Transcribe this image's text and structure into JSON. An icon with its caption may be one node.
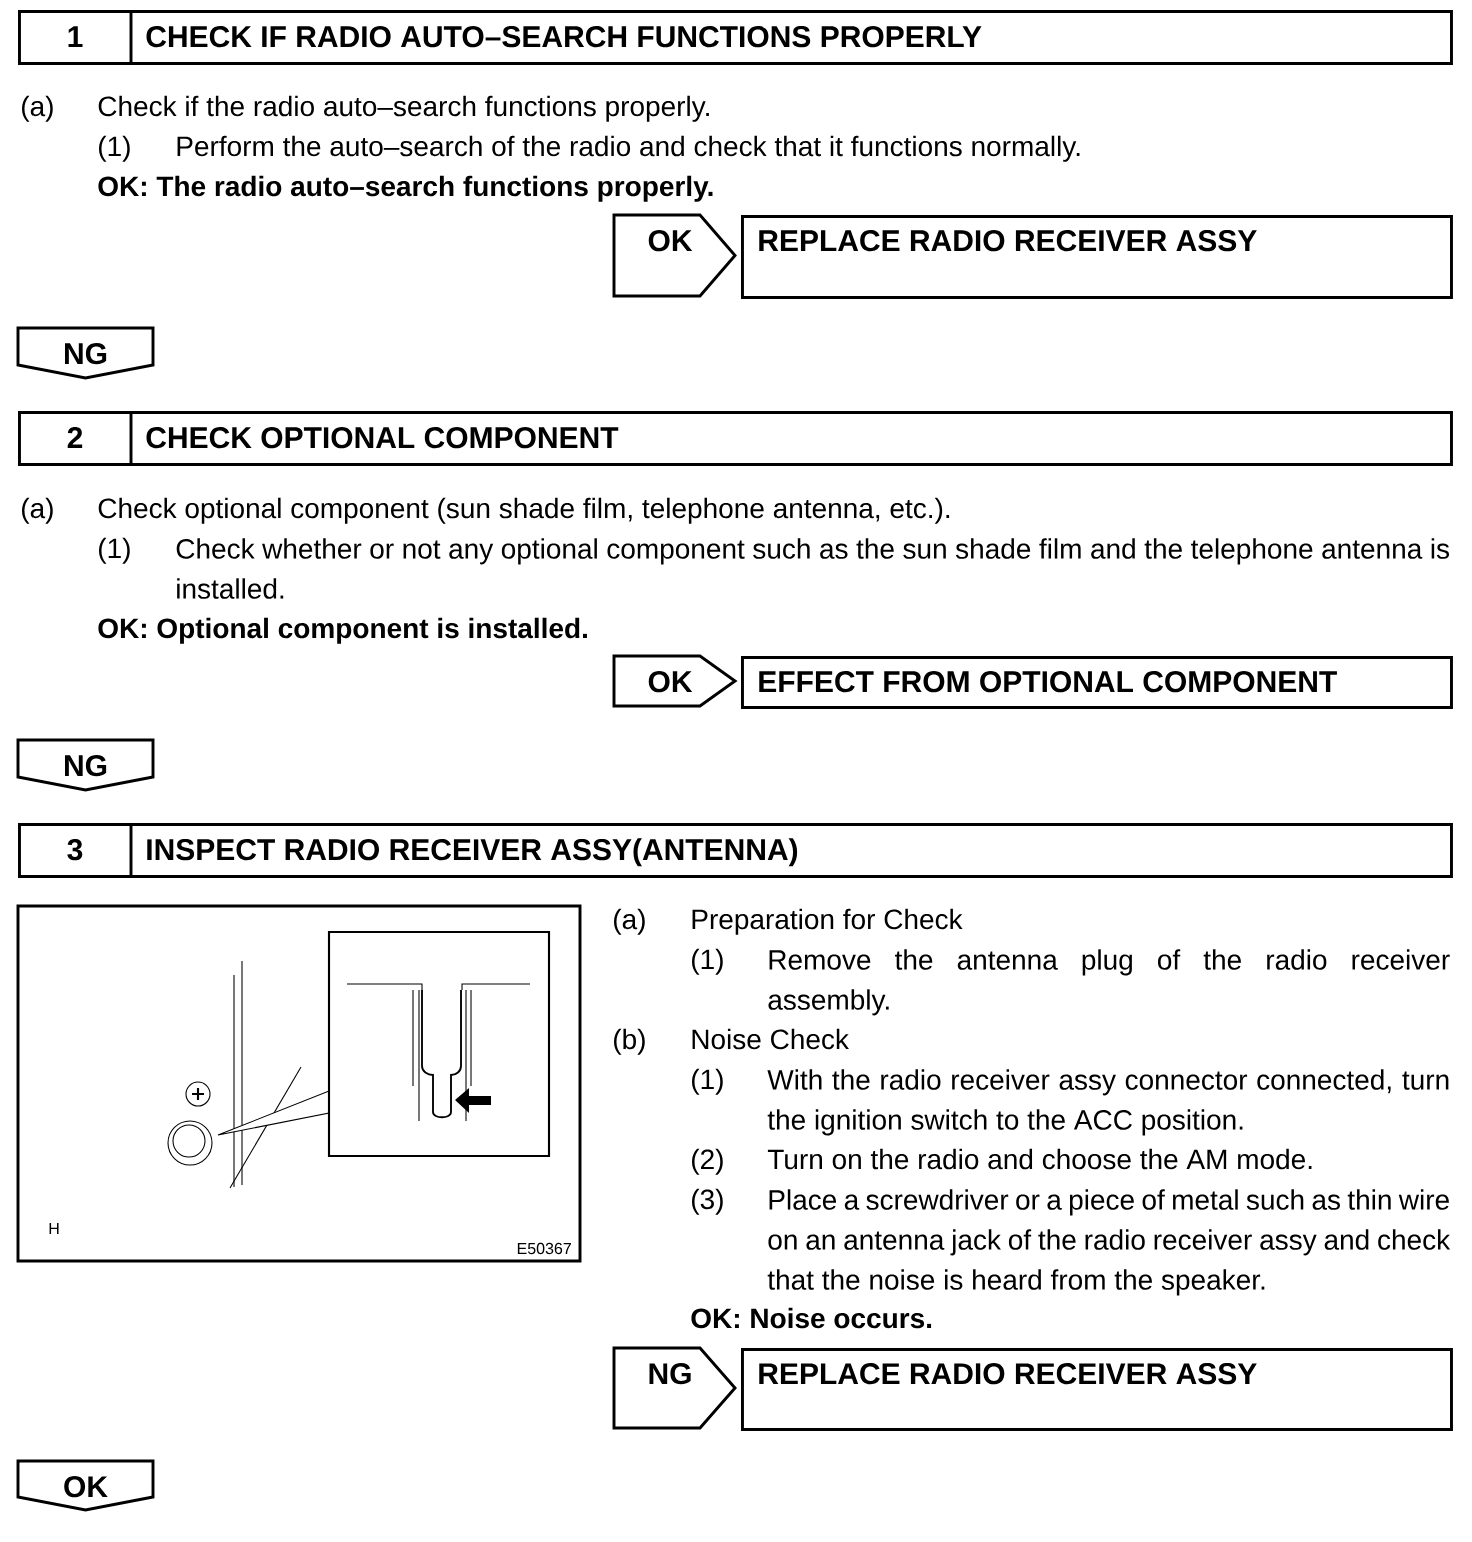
{
  "diagram": {
    "nodes": [
      {
        "text": [
          "1",
          "CHECK IF RADIO AUTO–SEARCH FUNCTIONS PROPERLY"
        ]
      },
      {
        "text": [
          "OK"
        ]
      },
      {
        "text": [
          "REPLACE RADIO RECEIVER ASSY"
        ]
      },
      {
        "text": [
          "NG"
        ]
      },
      {
        "text": [
          "2",
          "CHECK OPTIONAL COMPONENT"
        ]
      },
      {
        "text": [
          "OK"
        ]
      },
      {
        "text": [
          "EFFECT FROM OPTIONAL COMPONENT"
        ]
      },
      {
        "text": [
          "NG"
        ]
      },
      {
        "text": [
          "3",
          "INSPECT RADIO RECEIVER ASSY(ANTENNA)"
        ]
      },
      {
        "text": [
          "NG"
        ]
      },
      {
        "text": [
          "REPLACE RADIO RECEIVER ASSY"
        ]
      },
      {
        "text": [
          "OK"
        ]
      }
    ],
    "labels": [
      "(a)",
      "Check if the radio auto–search functions properly.",
      "(1)",
      "Perform the auto–search of the radio and check that it functions normally.",
      "OK: The radio auto–search functions properly.",
      "(a)",
      "Check optional component (sun shade film, telephone antenna, etc.).",
      "(1)",
      "Check whether or not any optional component such as the sun shade film and the telephone antenna is installed.",
      "OK: Optional component is installed.",
      "H",
      "E50367",
      "(a)",
      "Preparation for Check",
      "(1)",
      "Remove the antenna plug of the radio receiver assembly.",
      "(b)",
      "Noise Check",
      "(1)",
      "With the radio receiver assy connector connected, turn the ignition switch to the ACC position.",
      "(2)",
      "Turn on the radio and choose the AM mode.",
      "(3)",
      "Place a screwdriver or a piece of metal such as thin wire on an antenna jack of the radio receiver assy and check that the noise is heard from the speaker.",
      "OK: Noise occurs."
    ]
  }
}
